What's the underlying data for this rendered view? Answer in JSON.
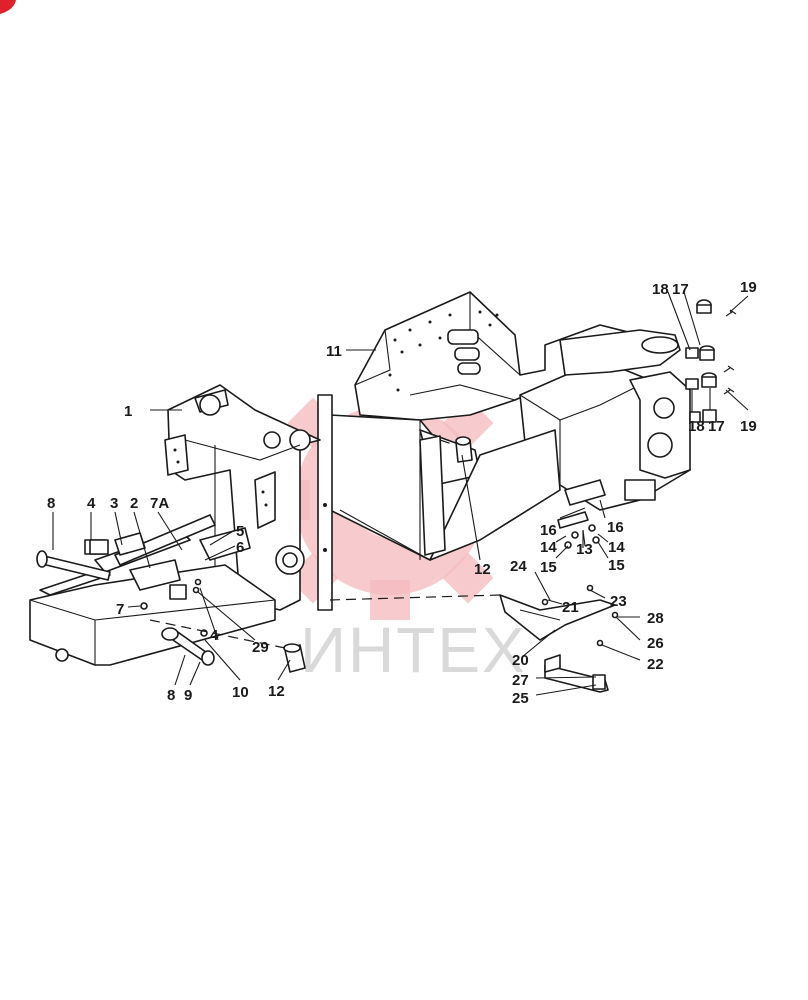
{
  "diagram": {
    "watermark_text": "ИНТЕХ",
    "accent_color": "#e0202a",
    "watermark_color": "#f4b9bd",
    "callouts": [
      {
        "id": "c1",
        "label": "1"
      },
      {
        "id": "c2",
        "label": "2"
      },
      {
        "id": "c3",
        "label": "3"
      },
      {
        "id": "c4a",
        "label": "4"
      },
      {
        "id": "c4b",
        "label": "4"
      },
      {
        "id": "c5",
        "label": "5"
      },
      {
        "id": "c6",
        "label": "6"
      },
      {
        "id": "c7",
        "label": "7"
      },
      {
        "id": "c7a",
        "label": "7A"
      },
      {
        "id": "c8a",
        "label": "8"
      },
      {
        "id": "c8b",
        "label": "8"
      },
      {
        "id": "c9",
        "label": "9"
      },
      {
        "id": "c10",
        "label": "10"
      },
      {
        "id": "c11",
        "label": "11"
      },
      {
        "id": "c12a",
        "label": "12"
      },
      {
        "id": "c12b",
        "label": "12"
      },
      {
        "id": "c13",
        "label": "13"
      },
      {
        "id": "c14a",
        "label": "14"
      },
      {
        "id": "c14b",
        "label": "14"
      },
      {
        "id": "c15a",
        "label": "15"
      },
      {
        "id": "c15b",
        "label": "15"
      },
      {
        "id": "c16a",
        "label": "16"
      },
      {
        "id": "c16b",
        "label": "16"
      },
      {
        "id": "c17a",
        "label": "17"
      },
      {
        "id": "c17b",
        "label": "17"
      },
      {
        "id": "c18a",
        "label": "18"
      },
      {
        "id": "c18b",
        "label": "18"
      },
      {
        "id": "c19a",
        "label": "19"
      },
      {
        "id": "c19b",
        "label": "19"
      },
      {
        "id": "c20",
        "label": "20"
      },
      {
        "id": "c21",
        "label": "21"
      },
      {
        "id": "c22",
        "label": "22"
      },
      {
        "id": "c23",
        "label": "23"
      },
      {
        "id": "c24",
        "label": "24"
      },
      {
        "id": "c25",
        "label": "25"
      },
      {
        "id": "c26",
        "label": "26"
      },
      {
        "id": "c27",
        "label": "27"
      },
      {
        "id": "c28",
        "label": "28"
      },
      {
        "id": "c29",
        "label": "29"
      }
    ]
  }
}
